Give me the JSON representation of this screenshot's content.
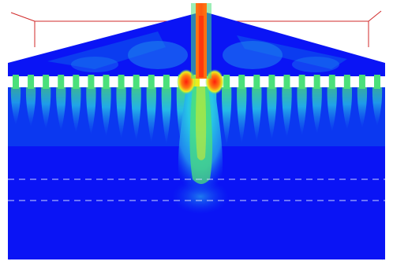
{
  "viewport": {
    "background": "#ffffff"
  },
  "colormap": {
    "deep_blue": "#0a14f5",
    "blue": "#0b3cf0",
    "light_blue": "#1f86ef",
    "cyan": "#27c7e6",
    "green": "#4be07a",
    "yellow": "#e9ee1f",
    "orange": "#ff7a12",
    "red": "#ff1e0b"
  },
  "bounding_box": {
    "color": "#d12a2a"
  },
  "interface_lines": {
    "color": "#cfd6ff",
    "style": "dashed"
  },
  "scene": {
    "shape": "roof-shaped domain with vertical feed stem",
    "periodic_slot_count": 25
  }
}
